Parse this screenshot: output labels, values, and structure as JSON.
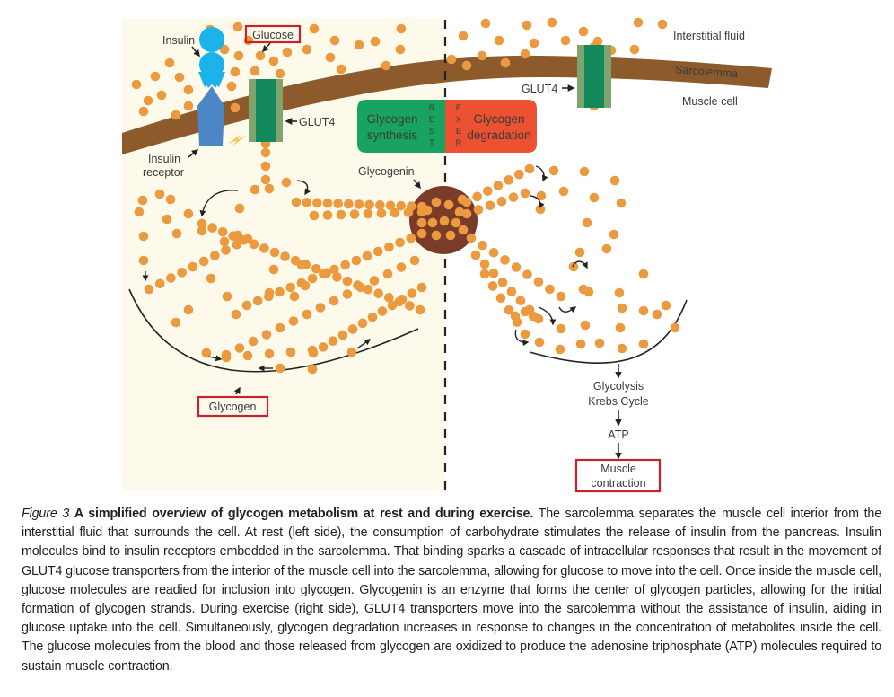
{
  "figure": {
    "labels": {
      "insulin": "Insulin",
      "glucose": "Glucose",
      "insulin_receptor_line1": "Insulin",
      "insulin_receptor_line2": "receptor",
      "glut4_left": "GLUT4",
      "glut4_right": "GLUT4",
      "interstitial_fluid": "Interstitial fluid",
      "sarcolemma": "Sarcolemma",
      "muscle_cell": "Muscle cell",
      "glycogenin": "Glycogenin",
      "glycogen": "Glycogen",
      "glycolysis": "Glycolysis",
      "krebs_cycle": "Krebs Cycle",
      "atp": "ATP",
      "muscle_contraction_line1": "Muscle",
      "muscle_contraction_line2": "contraction"
    },
    "state_box": {
      "rest": {
        "line1": "Glycogen",
        "line2": "synthesis",
        "vertical": [
          "R",
          "E",
          "S",
          "T"
        ]
      },
      "exercise": {
        "line1": "Glycogen",
        "line2": "degradation",
        "vertical": [
          "E",
          "X",
          "E",
          "R"
        ]
      }
    },
    "colors": {
      "rest_background": "#fdfaec",
      "exercise_background": "#ffffff",
      "sarcolemma": "#8d5a2b",
      "glucose": "#ec9a3f",
      "glycogenin": "#7a3b29",
      "insulin": "#1bb3ea",
      "insulin_receptor": "#4d86c6",
      "glut4_outer": "#7fa56e",
      "glut4_inner": "#13885b",
      "rest_box": "#19a360",
      "exercise_box": "#ec5232",
      "highlight_border": "#c8222a",
      "signal_bolt": "#f0c040"
    }
  },
  "caption": {
    "figure_number": "Figure 3",
    "title": "A simplified overview of glycogen metabolism at rest and during exercise.",
    "text": "The sarcolemma separates the muscle cell interior from the interstitial fluid that surrounds the cell. At rest (left side), the consumption of carbohydrate stimulates the release of insulin from the pancreas. Insulin molecules bind to insulin receptors embedded in the sarcolemma. That binding sparks a cascade of intracellular responses that result in the movement of GLUT4 glucose transporters from the interior of the muscle cell into the sarcolemma, allowing for glucose to move into the cell. Once inside the muscle cell, glucose molecules are readied for inclusion into glycogen. Glycogenin is an enzyme that forms the center of glycogen particles, allowing for the initial formation of glycogen strands. During exercise (right side), GLUT4 transporters move into the sarcolemma without the assistance of insulin, aiding in glucose uptake into the cell. Simultaneously, glycogen degradation increases in response to changes in the concentration of metabolites inside the cell. The glucose molecules from the blood and those released from glycogen are oxidized to produce the adenosine triphosphate (ATP) molecules required to sustain muscle contraction."
  }
}
